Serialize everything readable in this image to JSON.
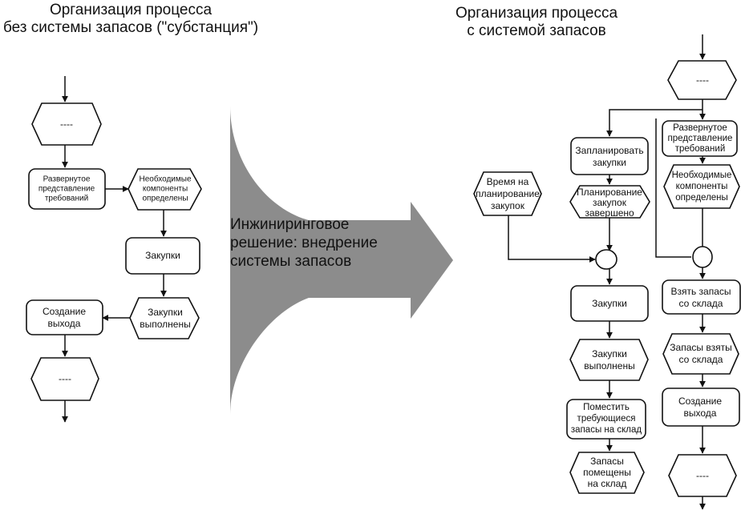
{
  "titles": {
    "left_line1": "Организация процесса",
    "left_line2": "без системы запасов (\"субстанция\")",
    "right_line1": "Организация процесса",
    "right_line2": "с системой запасов"
  },
  "center": {
    "line1": "Инжиниринговое",
    "line2": "решение: внедрение",
    "line3": "системы запасов",
    "arrow_color": "#8c8c8c"
  },
  "left": {
    "start_event": "----",
    "requirements_view": [
      "Развернутое",
      "представление",
      "требований"
    ],
    "components_defined": [
      "Необходимые",
      "компоненты",
      "определены"
    ],
    "purchases": "Закупки",
    "purchases_done": [
      "Закупки",
      "выполнены"
    ],
    "create_output": [
      "Создание",
      "выхода"
    ],
    "end_event": "----"
  },
  "right": {
    "start_event": "----",
    "requirements_view": [
      "Развернутое",
      "представление",
      "требований"
    ],
    "components_defined": [
      "Необходимые",
      "компоненты",
      "определены"
    ],
    "plan_purchases": [
      "Запланировать",
      "закупки"
    ],
    "planning_time": [
      "Время на",
      "планирование",
      "закупок"
    ],
    "planning_done": [
      "Планирование",
      "закупок",
      "завершено"
    ],
    "purchases": "Закупки",
    "purchases_done": [
      "Закупки",
      "выполнены"
    ],
    "place_stock": [
      "Поместить",
      "требующиеся",
      "запасы на склад"
    ],
    "stock_placed": [
      "Запасы",
      "помещены",
      "на склад"
    ],
    "take_stock": [
      "Взять запасы",
      "со склада"
    ],
    "stock_taken": [
      "Запасы взяты",
      "со склада"
    ],
    "create_output": [
      "Создание",
      "выхода"
    ],
    "end_event": "----"
  }
}
